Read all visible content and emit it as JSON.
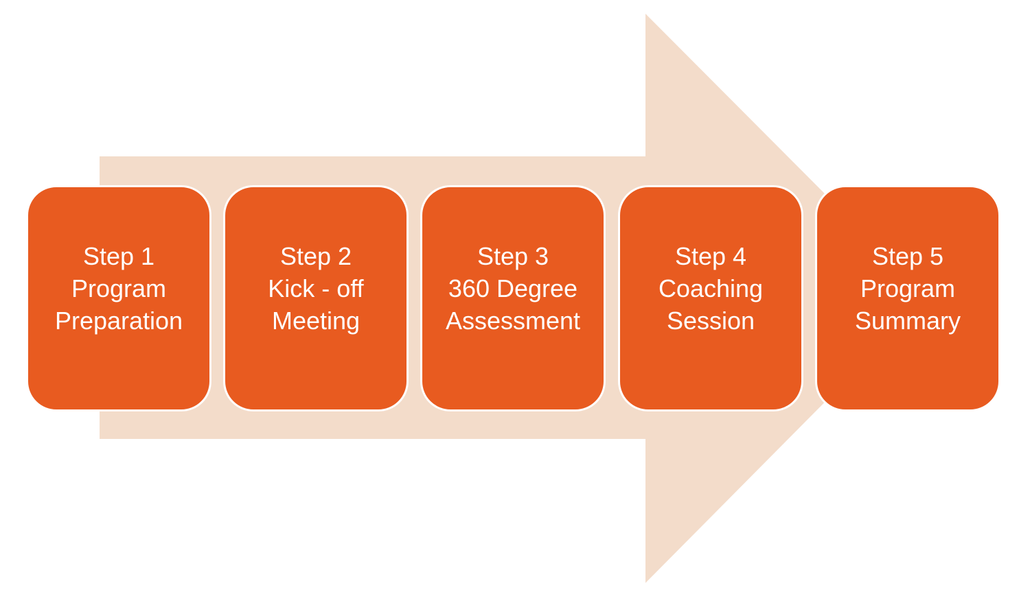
{
  "colors": {
    "arrow_fill": "#f3dcca",
    "box_fill": "#e85b20",
    "box_text": "#ffffff",
    "box_border": "#ffffff"
  },
  "steps": [
    {
      "title": "Step 1",
      "line1": "Program",
      "line2": "Preparation"
    },
    {
      "title": "Step 2",
      "line1": "Kick - off",
      "line2": "Meeting"
    },
    {
      "title": "Step 3",
      "line1": "360 Degree",
      "line2": "Assessment"
    },
    {
      "title": "Step 4",
      "line1": "Coaching",
      "line2": "Session"
    },
    {
      "title": "Step 5",
      "line1": "Program",
      "line2": "Summary"
    }
  ]
}
